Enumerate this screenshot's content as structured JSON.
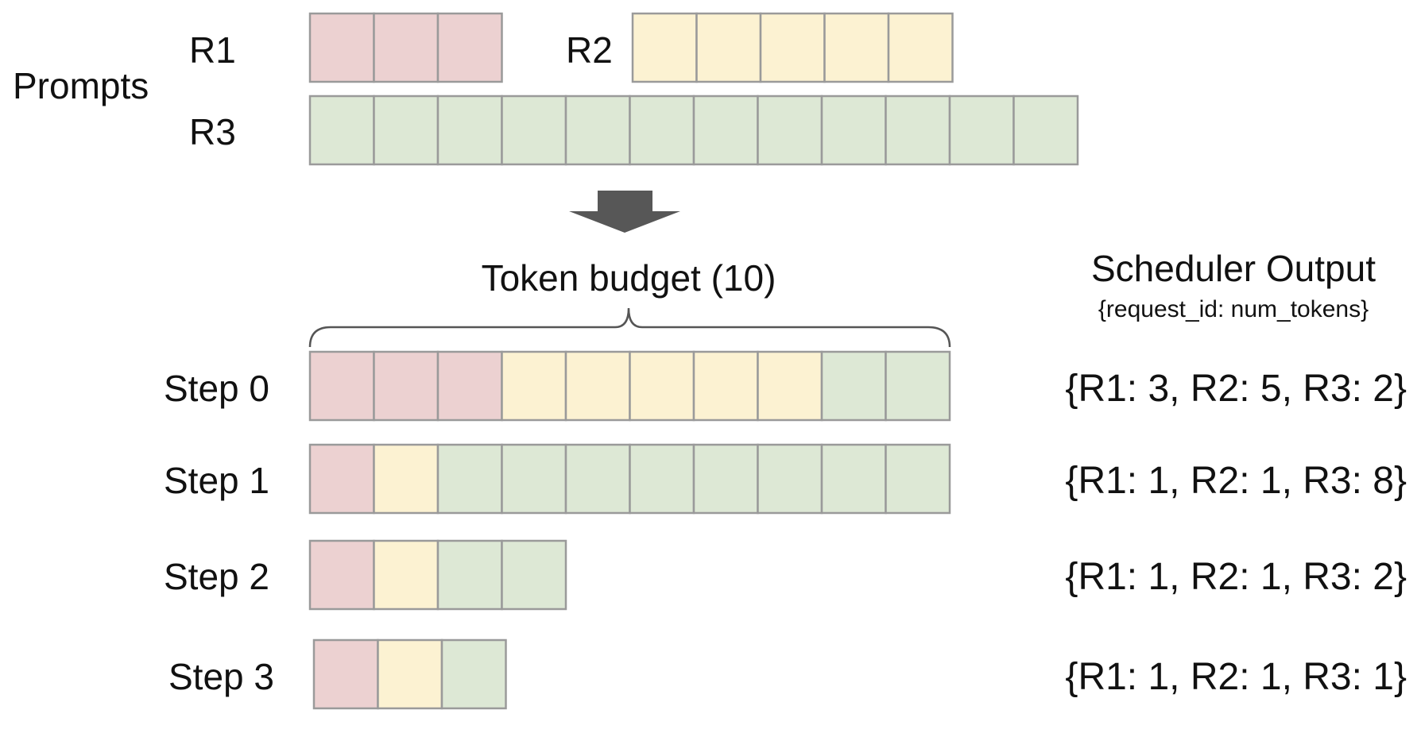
{
  "colors": {
    "R1": "#ecd1d1",
    "R2": "#fcf2d2",
    "R3": "#dde8d5",
    "arrow": "#575757",
    "brace": "#555555"
  },
  "prompts": {
    "label": "Prompts",
    "requests": [
      {
        "id": "R1",
        "label": "R1",
        "tokens": 3
      },
      {
        "id": "R2",
        "label": "R2",
        "tokens": 5
      },
      {
        "id": "R3",
        "label": "R3",
        "tokens": 12
      }
    ]
  },
  "budget": {
    "label": "Token budget (10)",
    "tokens": 10
  },
  "scheduler": {
    "title": "Scheduler Output",
    "subtitle": "{request_id: num_tokens}"
  },
  "steps": [
    {
      "label": "Step 0",
      "output": "{R1: 3, R2: 5, R3: 2}",
      "allocation": [
        {
          "id": "R1",
          "n": 3
        },
        {
          "id": "R2",
          "n": 5
        },
        {
          "id": "R3",
          "n": 2
        }
      ]
    },
    {
      "label": "Step 1",
      "output": "{R1: 1, R2: 1, R3: 8}",
      "allocation": [
        {
          "id": "R1",
          "n": 1
        },
        {
          "id": "R2",
          "n": 1
        },
        {
          "id": "R3",
          "n": 8
        }
      ]
    },
    {
      "label": "Step 2",
      "output": "{R1: 1, R2: 1, R3: 2}",
      "allocation": [
        {
          "id": "R1",
          "n": 1
        },
        {
          "id": "R2",
          "n": 1
        },
        {
          "id": "R3",
          "n": 2
        }
      ]
    },
    {
      "label": "Step 3",
      "output": "{R1: 1, R2: 1, R3: 1}",
      "allocation": [
        {
          "id": "R1",
          "n": 1
        },
        {
          "id": "R2",
          "n": 1
        },
        {
          "id": "R3",
          "n": 1
        }
      ]
    }
  ]
}
